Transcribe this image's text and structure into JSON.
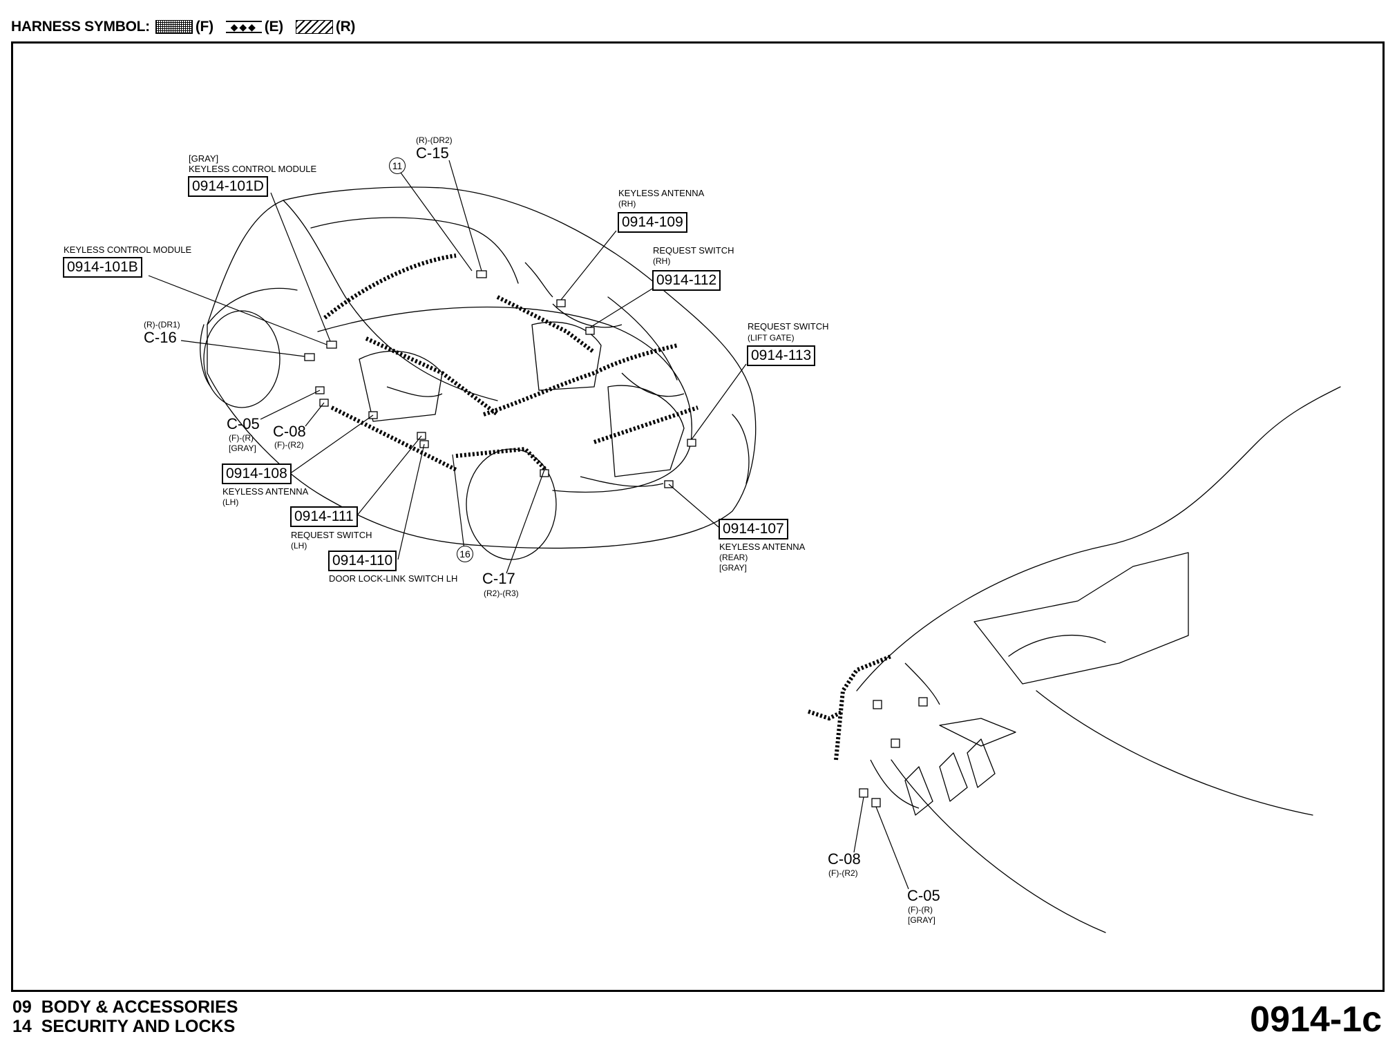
{
  "legend": {
    "prefix": "HARNESS SYMBOL:",
    "items": [
      {
        "name": "front-harness",
        "label": "(F)"
      },
      {
        "name": "engine-harness",
        "label": "(E)"
      },
      {
        "name": "rear-harness",
        "label": "(R)"
      }
    ]
  },
  "labels": {
    "kcm_d": {
      "desc1": "[GRAY]",
      "desc2": "KEYLESS CONTROL MODULE",
      "code": "0914-101D"
    },
    "kcm_b": {
      "desc": "KEYLESS CONTROL MODULE",
      "code": "0914-101B"
    },
    "c15": {
      "spec": "(R)-(DR2)",
      "name": "C-15"
    },
    "c16": {
      "spec": "(R)-(DR1)",
      "name": "C-16"
    },
    "ant_rh": {
      "desc1": "KEYLESS ANTENNA",
      "desc2": "(RH)",
      "code": "0914-109"
    },
    "req_rh": {
      "desc1": "REQUEST SWITCH",
      "desc2": "(RH)",
      "code": "0914-112"
    },
    "req_lg": {
      "desc1": "REQUEST SWITCH",
      "desc2": "(LIFT GATE)",
      "code": "0914-113"
    },
    "c05": {
      "name": "C-05",
      "spec": "(F)-(R)",
      "color": "[GRAY]"
    },
    "c08": {
      "name": "C-08",
      "spec": "(F)-(R2)"
    },
    "ant_lh": {
      "code": "0914-108",
      "desc1": "KEYLESS ANTENNA",
      "desc2": "(LH)"
    },
    "req_lh": {
      "code": "0914-111",
      "desc1": "REQUEST SWITCH",
      "desc2": "(LH)"
    },
    "door_lh": {
      "code": "0914-110",
      "desc": "DOOR LOCK-LINK SWITCH LH"
    },
    "c17": {
      "name": "C-17",
      "spec": "(R2)-(R3)"
    },
    "ant_rear": {
      "code": "0914-107",
      "desc1": "KEYLESS ANTENNA",
      "desc2": "(REAR)",
      "desc3": "[GRAY]"
    },
    "ground_11": "11",
    "ground_16": "16",
    "inset_c08": {
      "name": "C-08",
      "spec": "(F)-(R2)"
    },
    "inset_c05": {
      "name": "C-05",
      "spec": "(F)-(R)",
      "color": "[GRAY]"
    }
  },
  "footer": {
    "line1": "09  BODY & ACCESSORIES",
    "line2": "14  SECURITY AND LOCKS",
    "page_code": "0914-1c"
  }
}
